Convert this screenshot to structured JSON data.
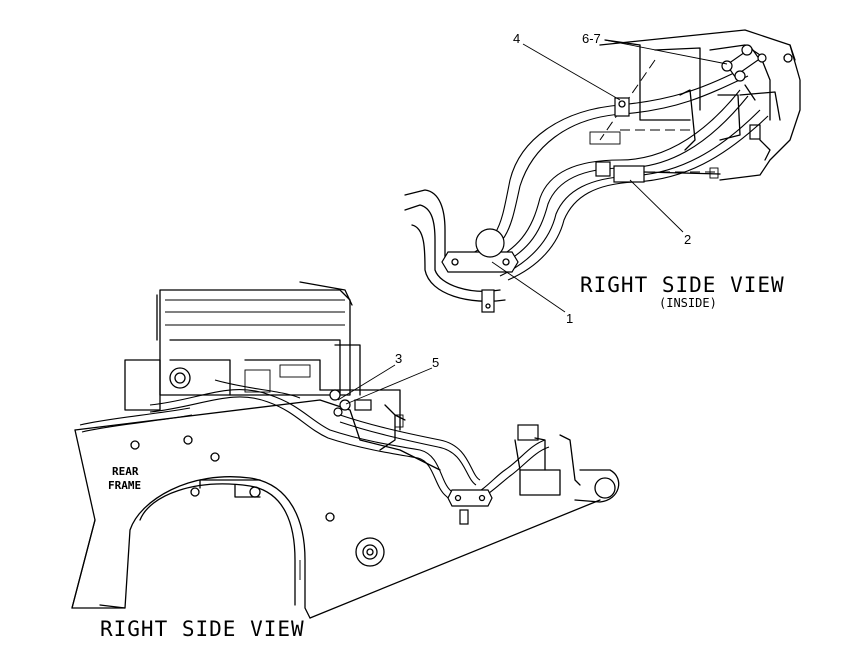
{
  "views": {
    "upper_title": "RIGHT SIDE VIEW",
    "upper_subtitle": "(INSIDE)",
    "lower_title": "RIGHT SIDE VIEW"
  },
  "frame_label": {
    "line1": "REAR",
    "line2": "FRAME"
  },
  "callouts": {
    "c1": "1",
    "c2": "2",
    "c3": "3",
    "c4": "4",
    "c5": "5",
    "c67": "6-7"
  }
}
